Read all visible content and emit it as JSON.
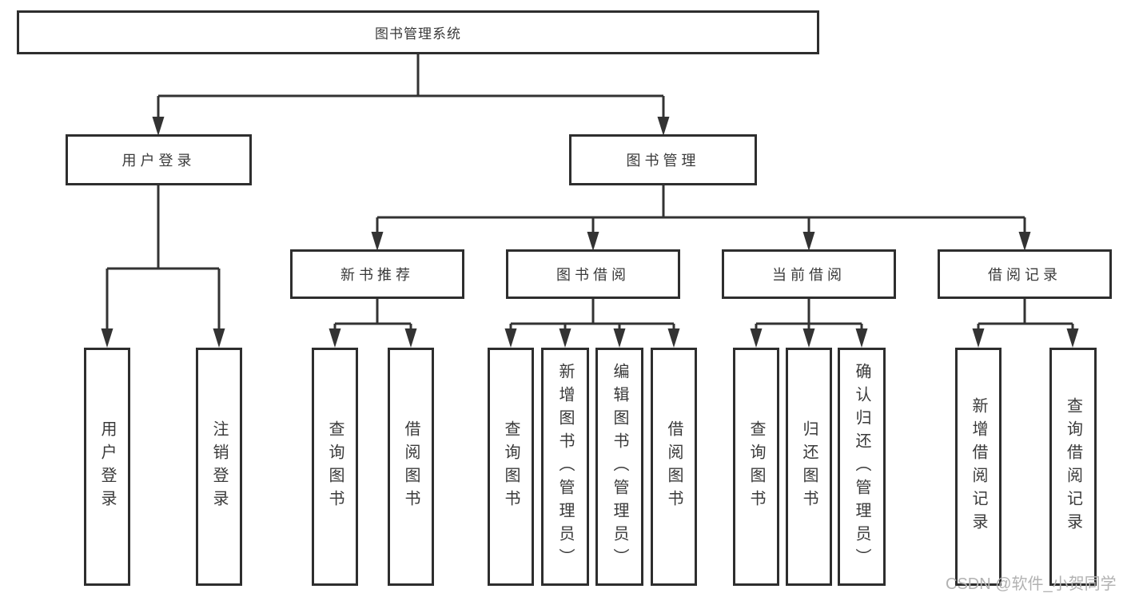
{
  "colors": {
    "line": "#333333",
    "box_border": "#2e2e2e",
    "text": "#3a3a3a",
    "background": "#ffffff",
    "watermark": "#b2b2b2"
  },
  "tree": {
    "root": {
      "label": "图书管理系统"
    },
    "login": {
      "label": "用户登录",
      "children": [
        {
          "label": "用户登录"
        },
        {
          "label": "注销登录"
        }
      ]
    },
    "management": {
      "label": "图书管理",
      "groups": [
        {
          "label": "新书推荐",
          "children": [
            {
              "label": "查询图书"
            },
            {
              "label": "借阅图书"
            }
          ]
        },
        {
          "label": "图书借阅",
          "children": [
            {
              "label": "查询图书"
            },
            {
              "label": "新增图书（管理员）"
            },
            {
              "label": "编辑图书（管理员）"
            },
            {
              "label": "借阅图书"
            }
          ]
        },
        {
          "label": "当前借阅",
          "children": [
            {
              "label": "查询图书"
            },
            {
              "label": "归还图书"
            },
            {
              "label": "确认归还（管理员）"
            }
          ]
        },
        {
          "label": "借阅记录",
          "children": [
            {
              "label": "新增借阅记录"
            },
            {
              "label": "查询借阅记录"
            }
          ]
        }
      ]
    }
  },
  "watermark": {
    "text": "CSDN @软件_小贺同学"
  }
}
